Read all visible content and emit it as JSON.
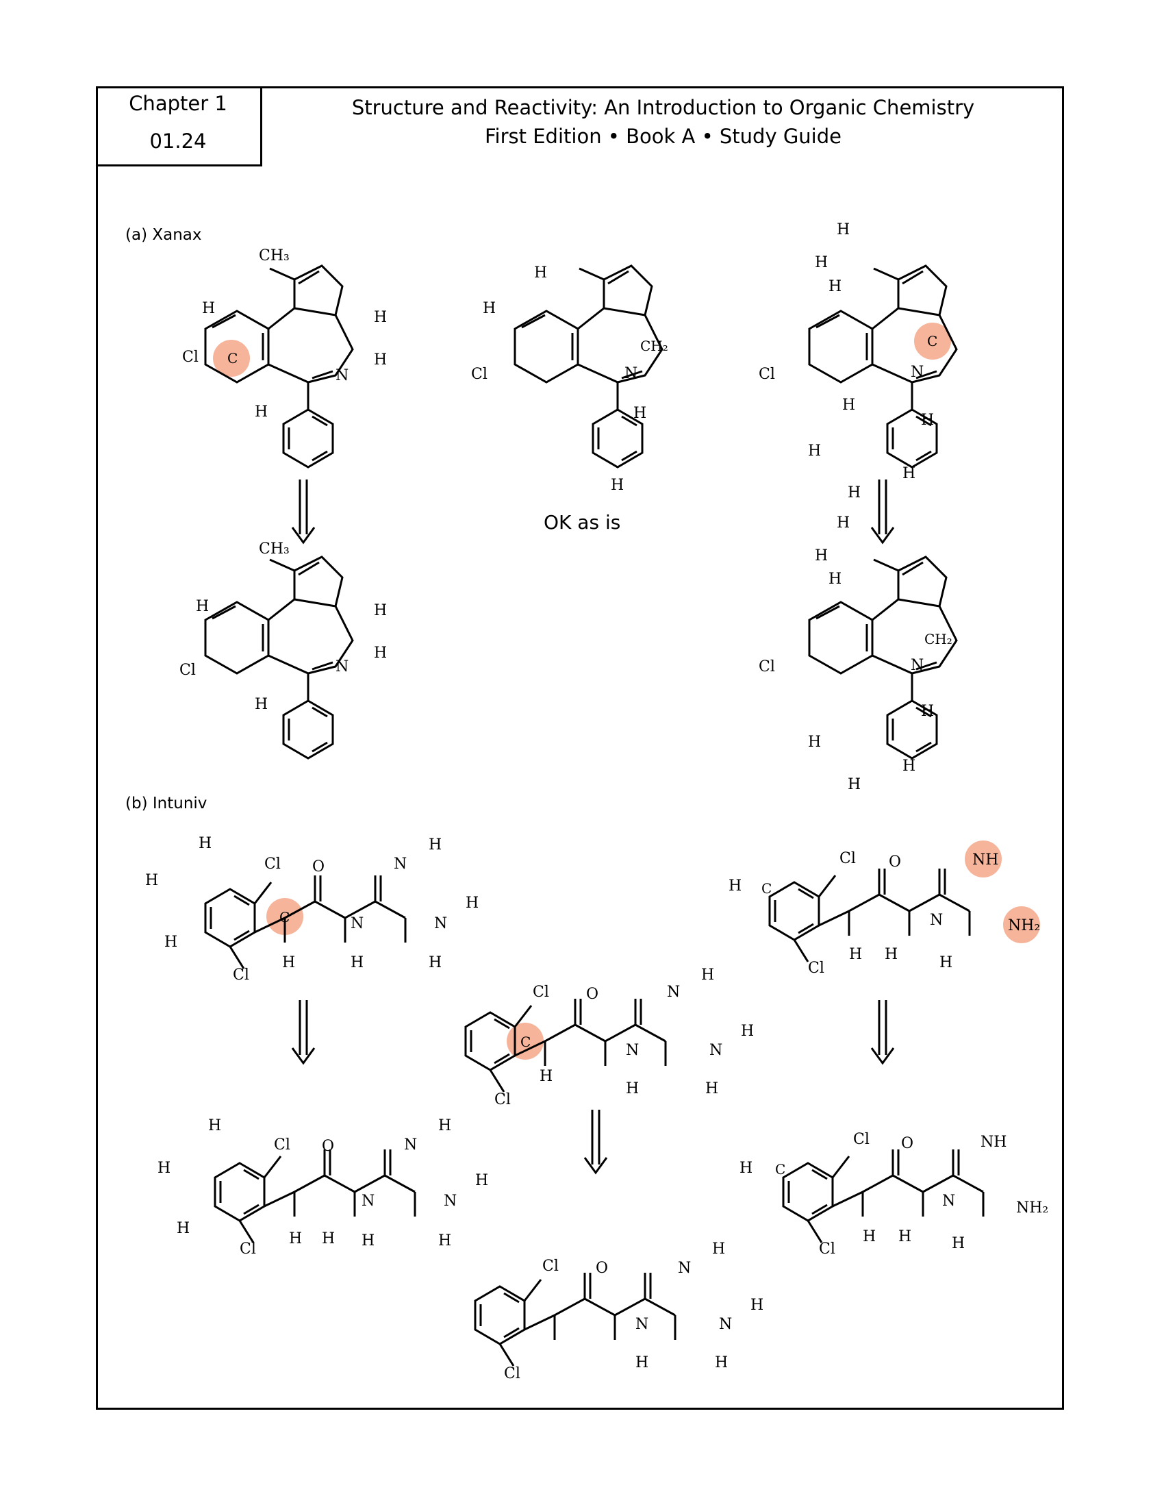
{
  "header": {
    "chapter": "Chapter 1",
    "problem_number": "01.24",
    "title_line1": "Structure and Reactivity: An Introduction to Organic Chemistry",
    "title_line2": "First Edition • Book A • Study Guide"
  },
  "parts": {
    "a": {
      "label": "(a) Xanax",
      "ok_note": "OK as is"
    },
    "b": {
      "label": "(b) Intuniv"
    }
  },
  "atoms": {
    "C": "C",
    "H": "H",
    "N": "N",
    "O": "O",
    "Cl": "Cl",
    "CH3": "CH₃",
    "CH2": "CH₂",
    "NH": "NH",
    "NH2": "NH₂"
  },
  "colors": {
    "highlight": "#f6b49a",
    "line": "#000000"
  }
}
